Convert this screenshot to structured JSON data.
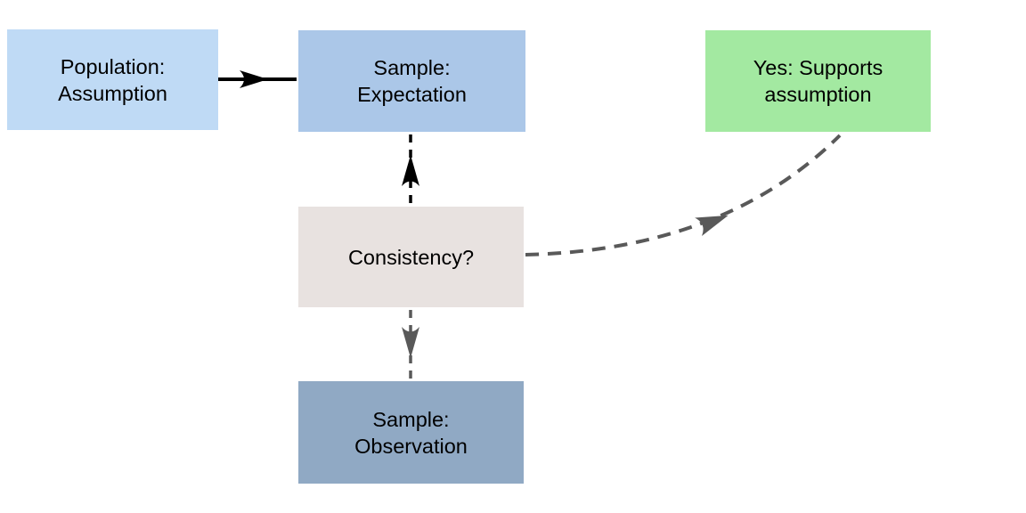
{
  "diagram": {
    "background": "#ffffff",
    "text_color": "#000000",
    "nodes": {
      "population": {
        "label": "Population:\nAssumption",
        "fill": "#BFDAF5"
      },
      "expectation": {
        "label": "Sample:\nExpectation",
        "fill": "#ABC7E8"
      },
      "consistency": {
        "label": "Consistency?",
        "fill": "#E8E2E0"
      },
      "observation": {
        "label": "Sample:\nObservation",
        "fill": "#90A9C4"
      },
      "yes_supports": {
        "label": "Yes: Supports\nassumption",
        "fill": "#A3E9A1"
      }
    },
    "edges": [
      {
        "from": "population",
        "to": "expectation",
        "style": "solid",
        "color": "#000000"
      },
      {
        "from": "consistency",
        "to": "expectation",
        "style": "dashed",
        "color": "#000000"
      },
      {
        "from": "consistency",
        "to": "observation",
        "style": "dashed",
        "color": "#595959"
      },
      {
        "from": "consistency",
        "to": "yes_supports",
        "style": "dashed-curve",
        "color": "#595959"
      }
    ]
  }
}
